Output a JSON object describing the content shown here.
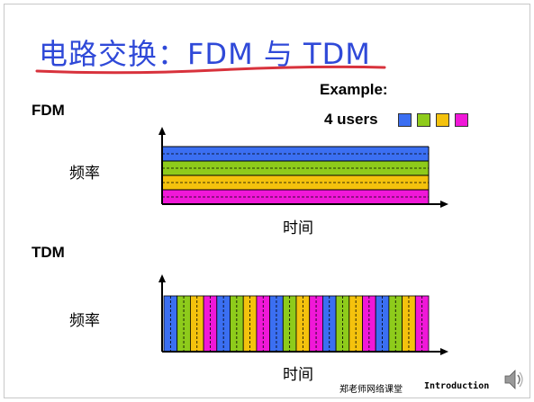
{
  "slide": {
    "title_cn": "电路交换：",
    "title_fdm": "FDM",
    "title_yu": "与",
    "title_tdm": "TDM",
    "example_label": "Example:",
    "users_label": "4 users",
    "fdm_label": "FDM",
    "tdm_label": "TDM",
    "freq_label": "频率",
    "time_label": "时间",
    "footer_cn": "郑老师网络课堂",
    "footer_en": "Introduction"
  },
  "colors": {
    "title": "#2f49d8",
    "underline": "#d8323c",
    "users": [
      "#3b6ff2",
      "#8ecb1b",
      "#f4c20d",
      "#f018d8"
    ]
  },
  "icons": {
    "speaker": "speaker-icon"
  }
}
